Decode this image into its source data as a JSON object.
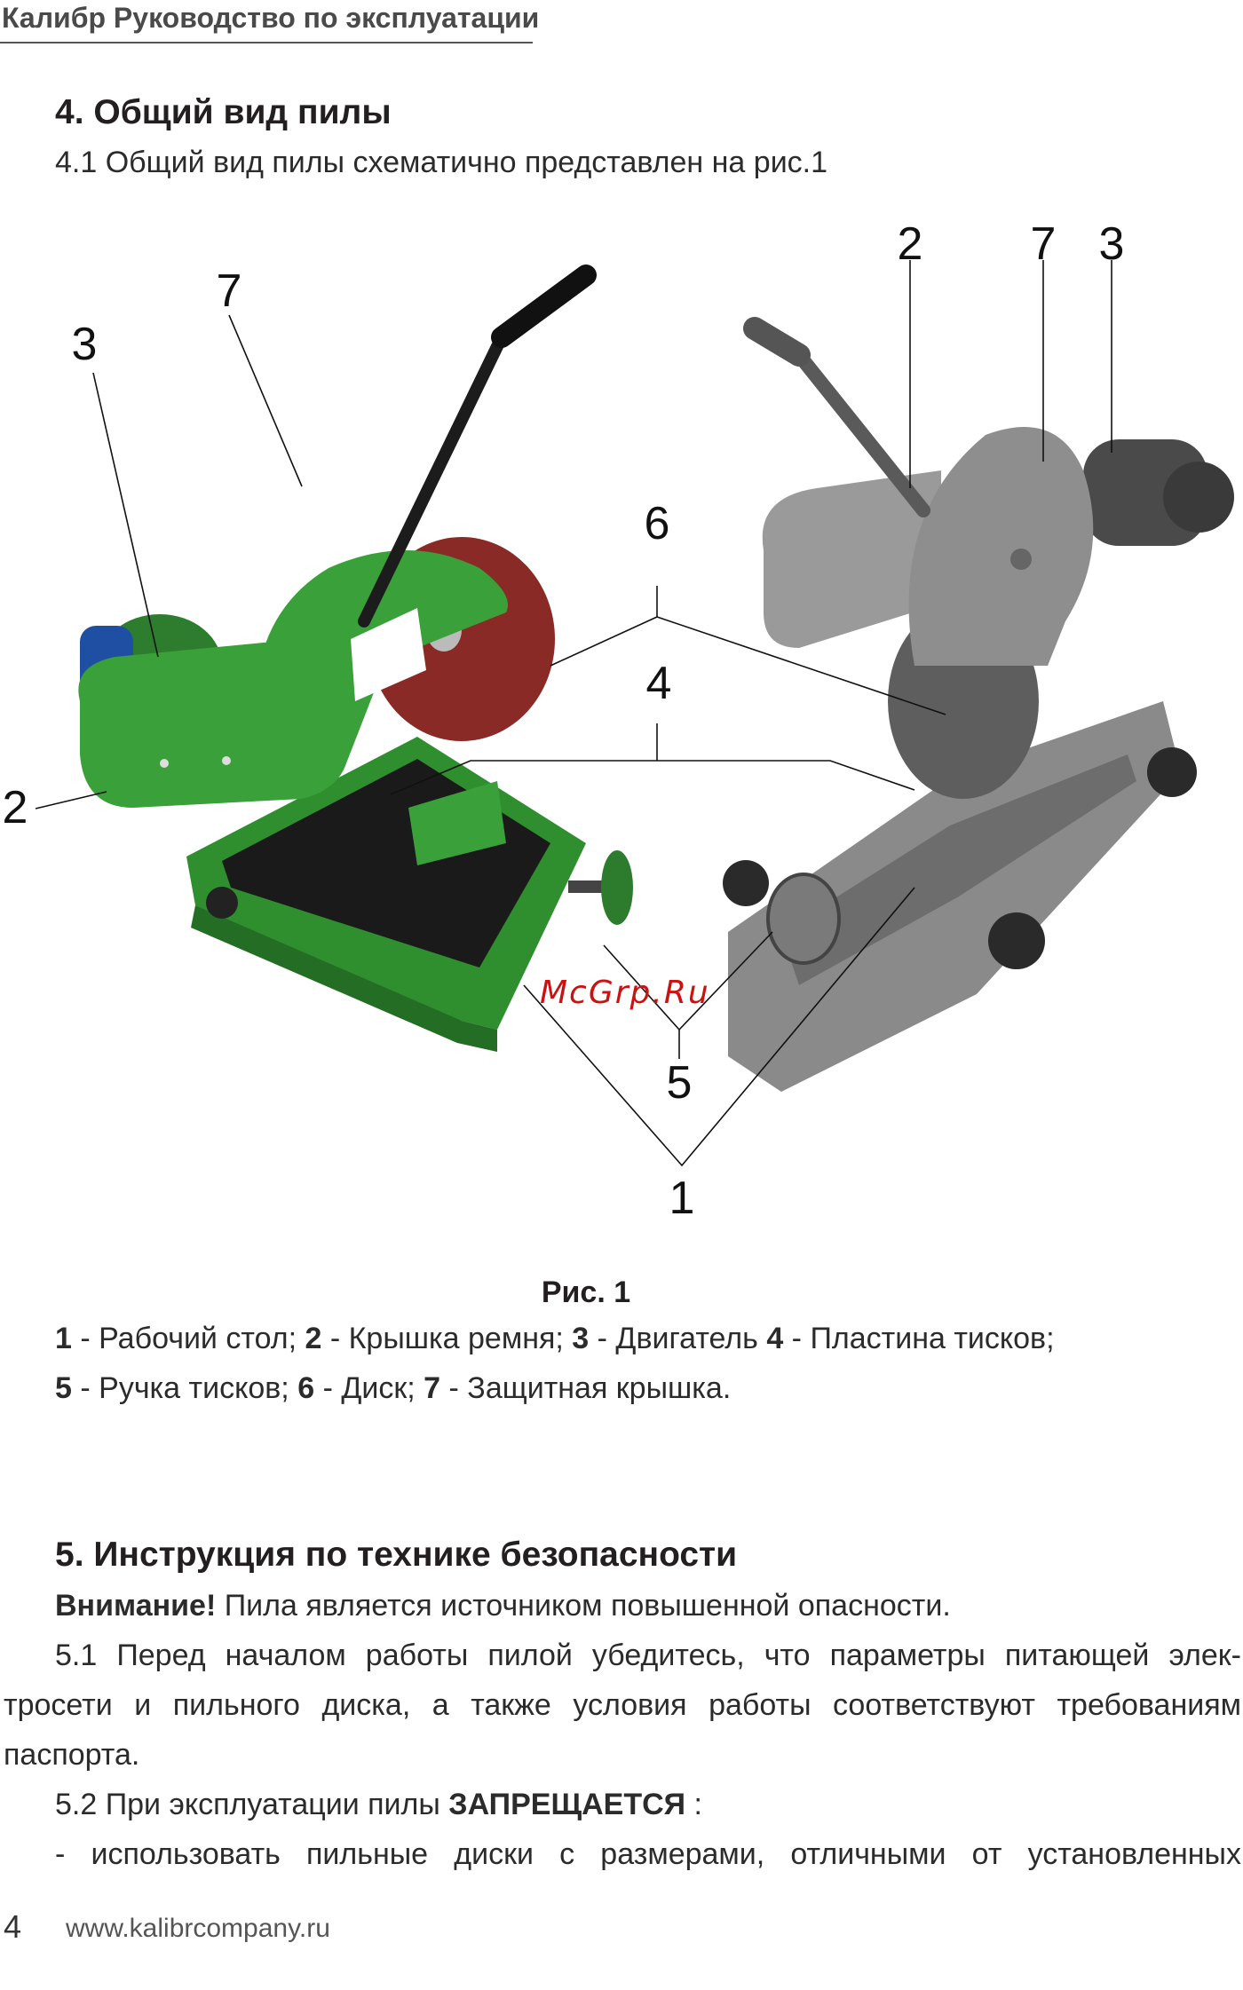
{
  "header": {
    "title": "Калибр Руководство по эксплуатации"
  },
  "section4": {
    "heading": "4. Общий вид пилы",
    "intro": "4.1 Общий вид пилы схематично представлен на рис.1"
  },
  "figure": {
    "callouts": [
      "1",
      "2",
      "3",
      "4",
      "5",
      "6",
      "7",
      "2",
      "7",
      "3"
    ],
    "caption": "Рис. 1",
    "legend_line1": [
      {
        "num": "1",
        "text": " - Рабочий стол; "
      },
      {
        "num": "2",
        "text": " - Крышка ремня; "
      },
      {
        "num": "3",
        "text": " - Двигатель "
      },
      {
        "num": "4",
        "text": " - Пластина тисков;"
      }
    ],
    "legend_line2": [
      {
        "num": "5",
        "text": " - Ручка тисков; "
      },
      {
        "num": "6",
        "text": " - Диск; "
      },
      {
        "num": "7",
        "text": " - Защитная крышка."
      }
    ],
    "watermark": "McGrp.Ru"
  },
  "section5": {
    "heading": "5. Инструкция по технике безопасности",
    "warning_bold": "Внимание!",
    "warning_text": " Пила является источником повышенной опасности.",
    "p51_line1": "5.1 Перед началом работы пилой убедитесь, что параметры питающей элек-",
    "p51_line2": "тросети и пильного диска, а также условия работы соответствуют требованиям",
    "p51_line3": "паспорта.",
    "p52_text": "5.2 При эксплуатации пилы ",
    "p52_bold": "ЗАПРЕЩАЕТСЯ",
    "p52_tail": " :",
    "p52_item1": "- использовать пильные диски с размерами, отличными от установленных"
  },
  "footer": {
    "page_number": "4",
    "url": "www.kalibrcompany.ru"
  },
  "colors": {
    "green_saw": "#3aa03a",
    "gray_saw": "#7d7d7d",
    "disc": "#8a2a26"
  }
}
